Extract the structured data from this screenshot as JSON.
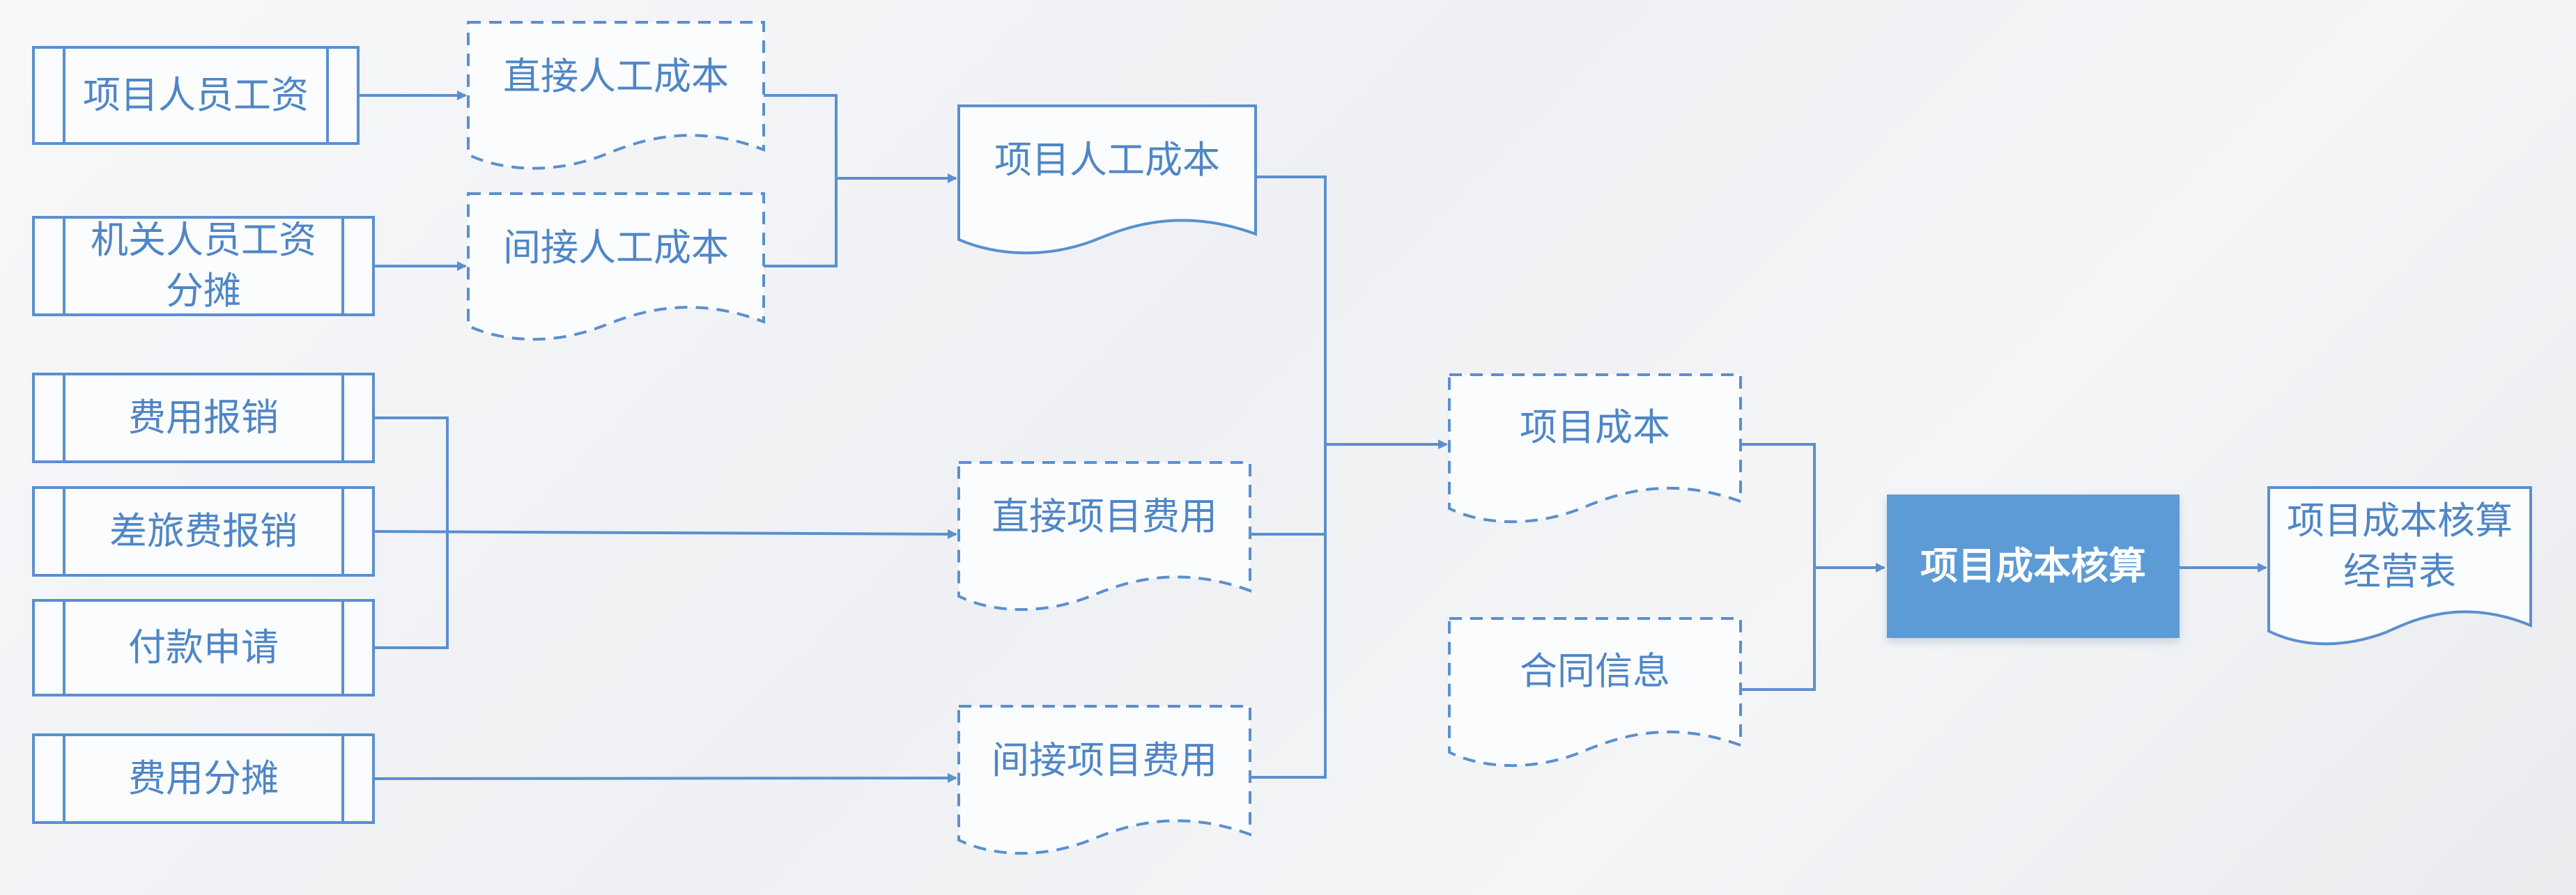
{
  "colors": {
    "stroke": "#5b8fcf",
    "text": "#4f86c6",
    "highlight_fill": "#5b9bd5",
    "highlight_text": "#ffffff",
    "doc_fill": "#fbfcfe"
  },
  "nodes": {
    "project_staff_salary": "项目人员工资",
    "office_staff_salary_alloc": "机关人员工资\n分摊",
    "expense_reimbursement": "费用报销",
    "travel_reimbursement": "差旅费报销",
    "payment_request": "付款申请",
    "expense_allocation": "费用分摊",
    "direct_labor_cost": "直接人工成本",
    "indirect_labor_cost": "间接人工成本",
    "project_labor_cost": "项目人工成本",
    "direct_project_expense": "直接项目费用",
    "indirect_project_expense": "间接项目费用",
    "project_cost": "项目成本",
    "contract_info": "合同信息",
    "project_cost_accounting": "项目成本核算",
    "cost_accounting_report": "项目成本核算\n经营表"
  }
}
